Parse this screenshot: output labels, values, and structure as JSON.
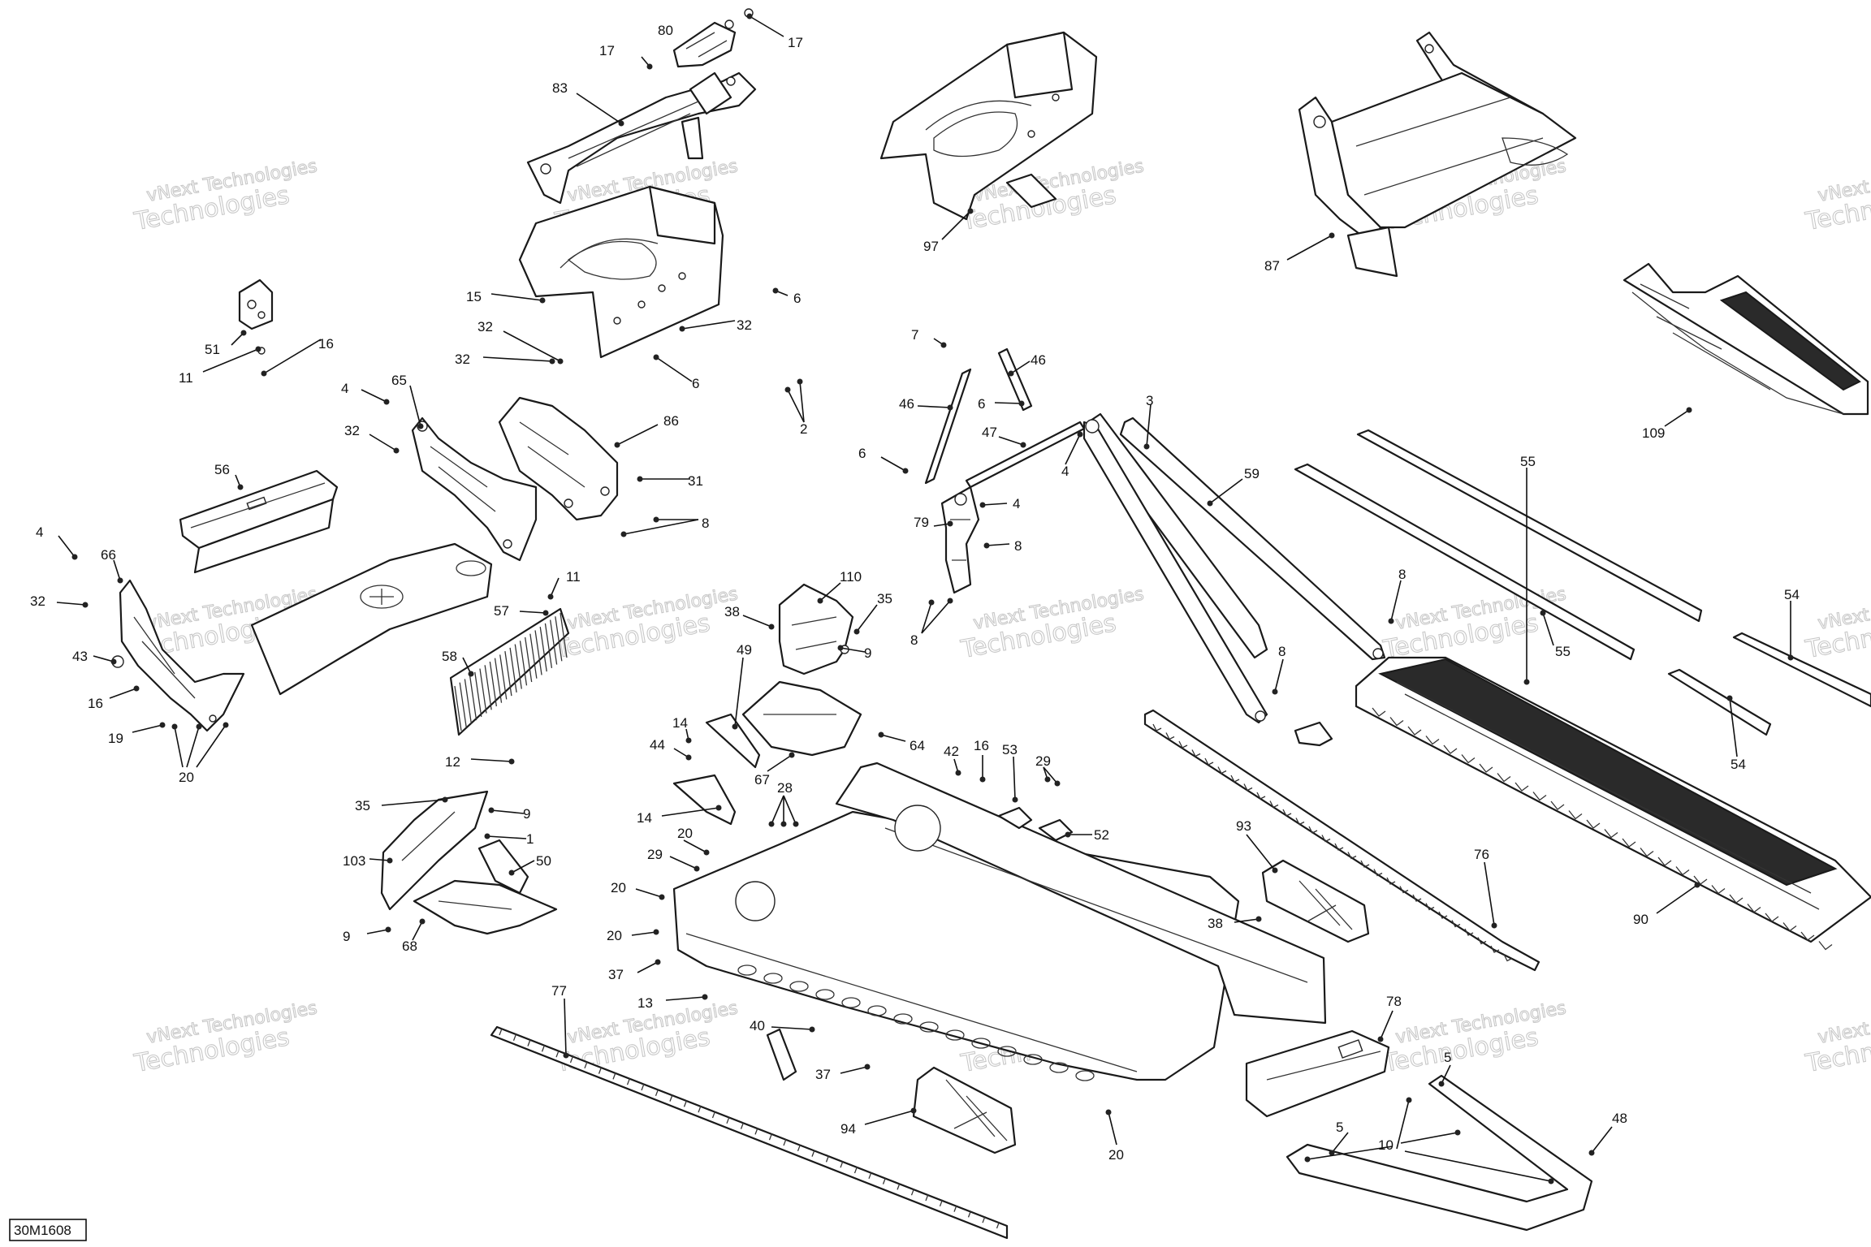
{
  "diagram": {
    "reference_code": "30M1608",
    "watermark": {
      "line1": "vNext Technologies",
      "line2": "Technologies"
    },
    "callouts": [
      "1",
      "2",
      "3",
      "4",
      "5",
      "6",
      "7",
      "8",
      "9",
      "10",
      "11",
      "12",
      "13",
      "14",
      "15",
      "16",
      "17",
      "19",
      "20",
      "28",
      "29",
      "31",
      "32",
      "35",
      "37",
      "38",
      "40",
      "42",
      "43",
      "44",
      "46",
      "47",
      "48",
      "49",
      "50",
      "51",
      "52",
      "53",
      "54",
      "55",
      "56",
      "57",
      "58",
      "59",
      "64",
      "65",
      "66",
      "67",
      "68",
      "76",
      "77",
      "78",
      "79",
      "80",
      "83",
      "86",
      "87",
      "90",
      "93",
      "94",
      "97",
      "103",
      "109",
      "110"
    ]
  }
}
